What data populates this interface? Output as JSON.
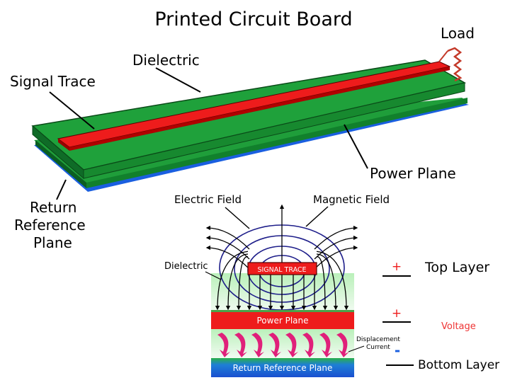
{
  "title": "Printed Circuit Board",
  "top_diagram": {
    "dielectric": "Dielectric",
    "signal_trace": "Signal Trace",
    "load": "Load",
    "power_plane": "Power Plane",
    "return_reference_plane": [
      "Return",
      "Reference",
      "Plane"
    ]
  },
  "cross_section": {
    "electric_field": "Electric Field",
    "magnetic_field": "Magnetic Field",
    "dielectric": "Dielectric",
    "signal_trace": "SIGNAL TRACE",
    "power_plane": "Power Plane",
    "displacement_current": [
      "Displacement",
      "Current"
    ],
    "return_reference_plane": "Return Reference Plane"
  },
  "legend": {
    "plus_top": "+",
    "top_layer": "Top Layer",
    "plus_voltage": "+",
    "voltage": "Voltage",
    "minus": "-",
    "bottom_layer": "Bottom Layer"
  },
  "colors": {
    "dielectric": "#1f9e3a",
    "trace": "#ee1c1c",
    "return_plane": "#1a5fe0",
    "field_lines": "#1e1e8a",
    "legend_plus": "#ee1c1c",
    "legend_minus": "#1a5fe0",
    "voltage_text": "#ee3333",
    "displacement_arrows": "#e0207a"
  }
}
